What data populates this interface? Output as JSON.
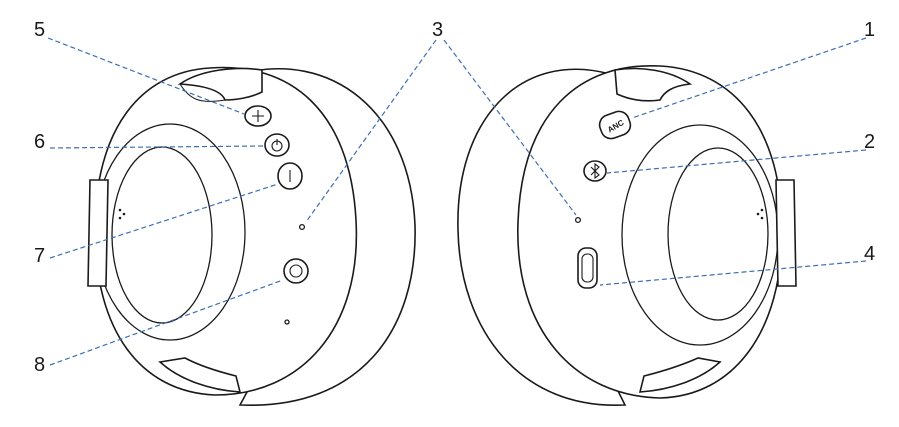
{
  "callouts": [
    {
      "id": "1",
      "label": "1"
    },
    {
      "id": "2",
      "label": "2"
    },
    {
      "id": "3",
      "label": "3"
    },
    {
      "id": "4",
      "label": "4"
    },
    {
      "id": "5",
      "label": "5"
    },
    {
      "id": "6",
      "label": "6"
    },
    {
      "id": "7",
      "label": "7"
    },
    {
      "id": "8",
      "label": "8"
    }
  ],
  "button_labels": {
    "anc_button": "ANC"
  },
  "colors": {
    "leader_line": "#3d6fb5",
    "outline": "#1a1a1a",
    "background": "#ffffff"
  }
}
